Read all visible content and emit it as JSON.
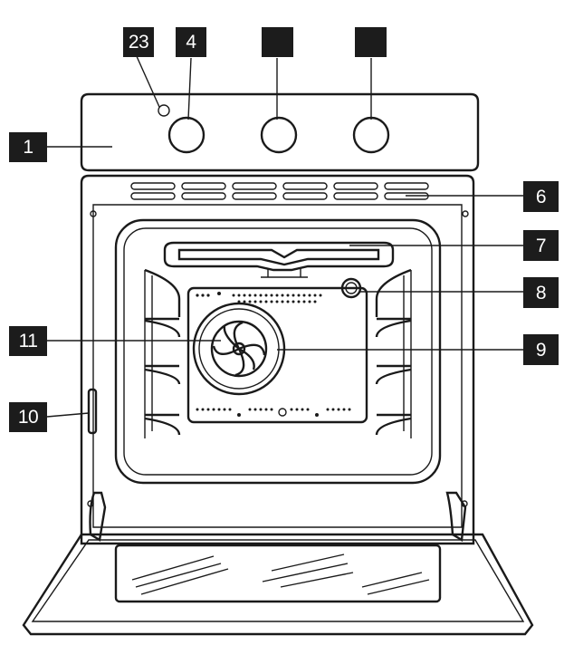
{
  "diagram": {
    "labels": [
      {
        "id": "l1",
        "text": "1"
      },
      {
        "id": "l23",
        "text": "23"
      },
      {
        "id": "l4",
        "text": "4"
      },
      {
        "id": "l5",
        "text": ""
      },
      {
        "id": "l5b",
        "text": ""
      },
      {
        "id": "l6",
        "text": "6"
      },
      {
        "id": "l7",
        "text": "7"
      },
      {
        "id": "l8",
        "text": "8"
      },
      {
        "id": "l9",
        "text": "9"
      },
      {
        "id": "l10",
        "text": "10"
      },
      {
        "id": "l11",
        "text": "11"
      }
    ]
  },
  "colors": {
    "ink": "#1a1a1a",
    "label_bg": "#1c1c1c",
    "label_text": "#ffffff",
    "background": "#ffffff"
  }
}
